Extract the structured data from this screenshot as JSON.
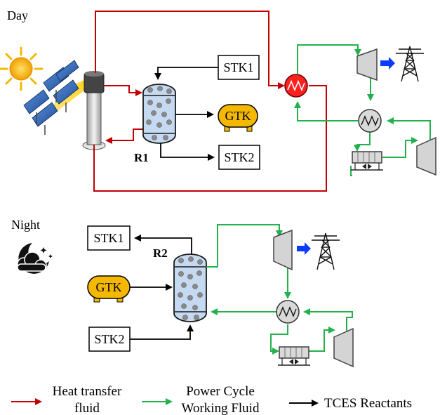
{
  "sections": {
    "day": {
      "label": "Day"
    },
    "night": {
      "label": "Night"
    }
  },
  "reactors": {
    "r1": "R1",
    "r2": "R2"
  },
  "tanks": {
    "stk1": "STK1",
    "stk2": "STK2",
    "gtk": "GTK"
  },
  "legend": {
    "htf_line1": "Heat transfer",
    "htf_line2": "fluid",
    "pcwf_line1": "Power Cycle",
    "pcwf_line2": "Working Fluid",
    "tces": "TCES Reactants"
  },
  "colors": {
    "htf": "#c00000",
    "working_fluid": "#22b14c",
    "reactants": "#000000",
    "gtk_fill": "#f5b800",
    "reactor_fill": "#c5d9f1",
    "grid_arrow": "#0a3cff"
  }
}
